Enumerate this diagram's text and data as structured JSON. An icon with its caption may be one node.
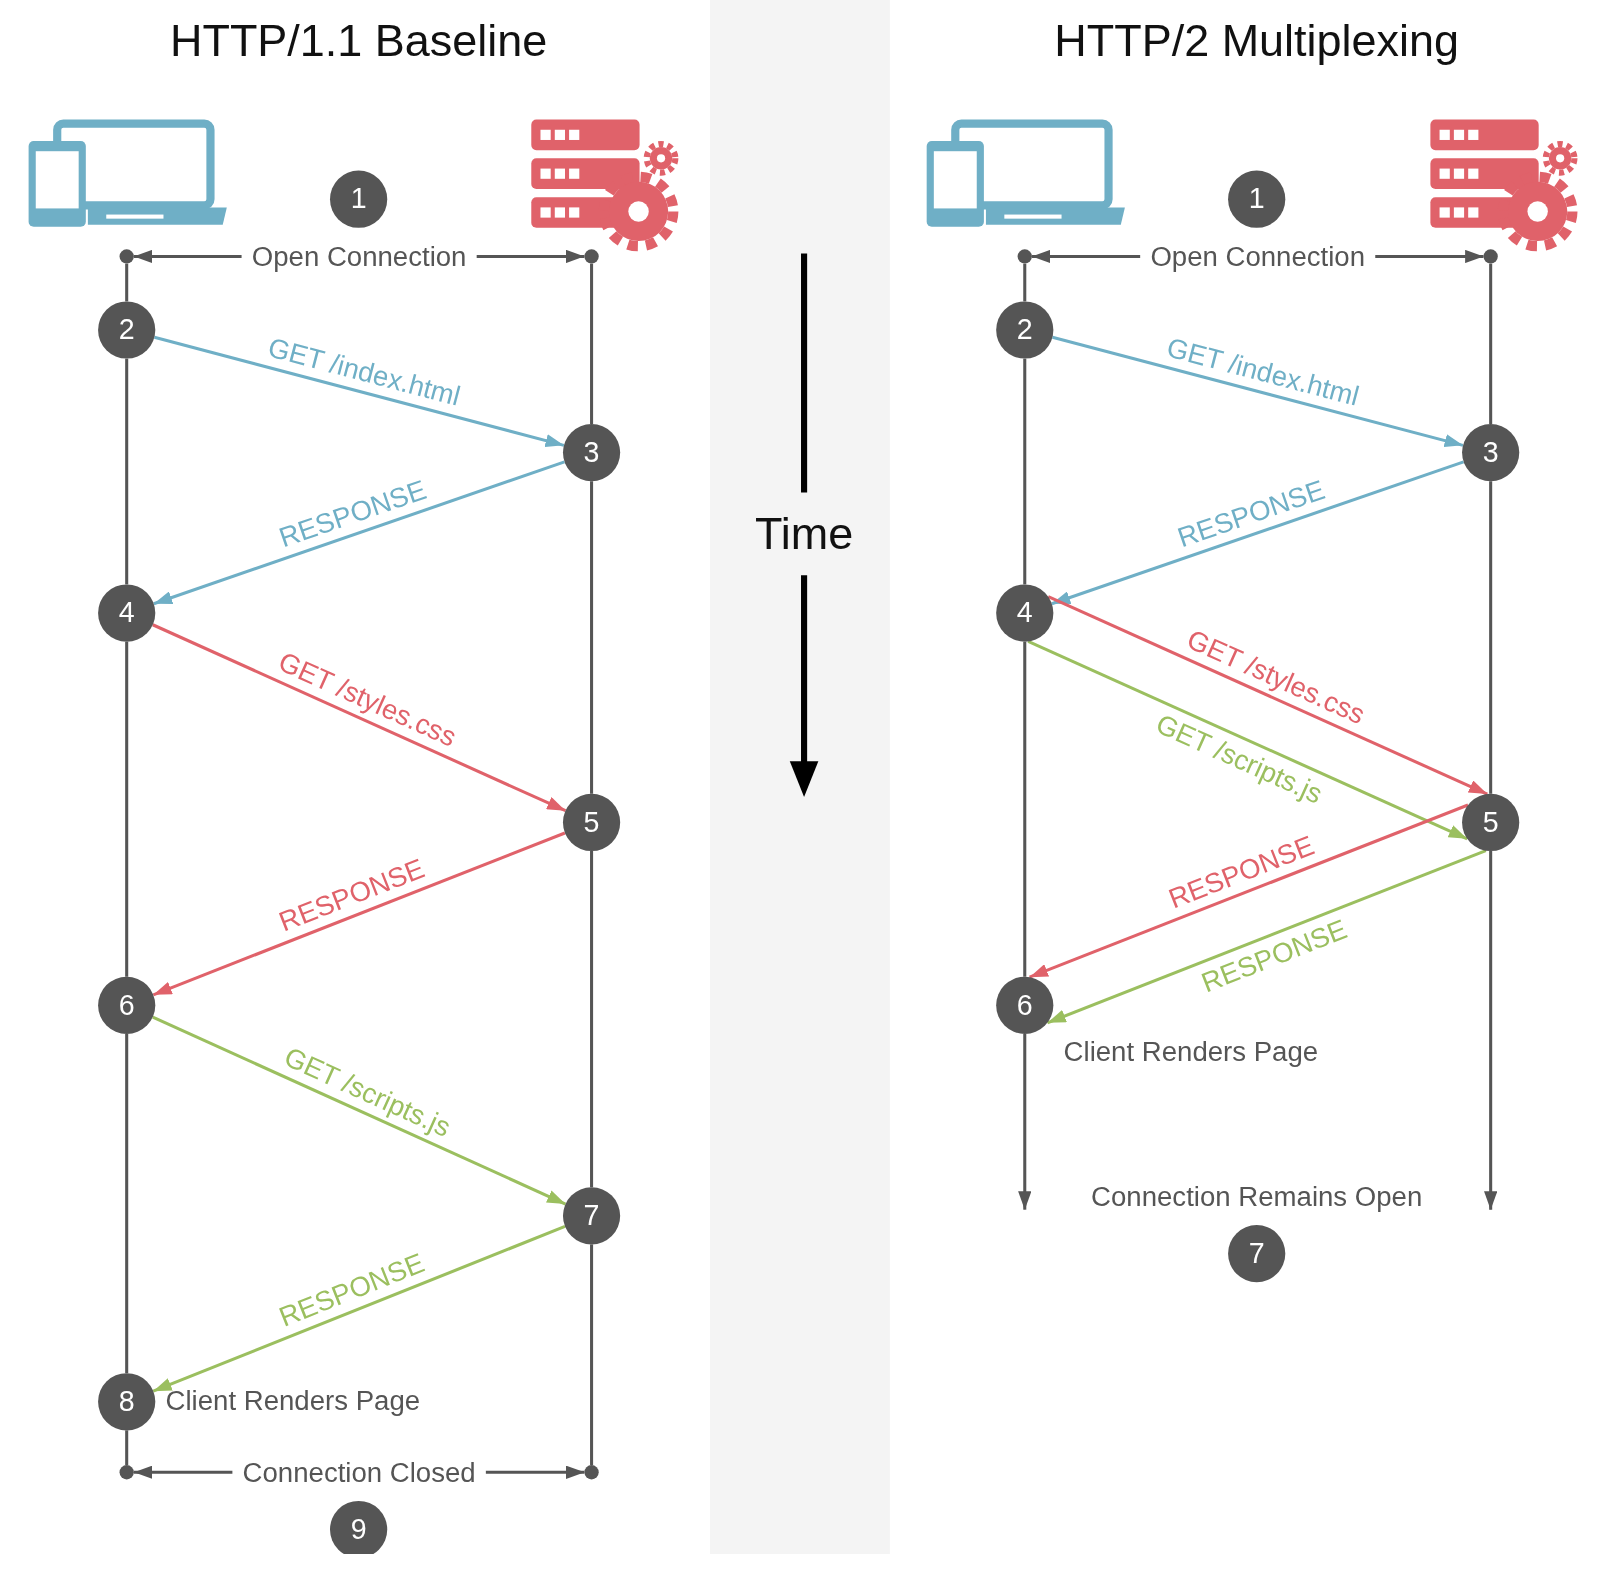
{
  "diagram": {
    "nodes": [
      {
        "text": [],
        "shape": "circle"
      },
      {
        "text": [],
        "shape": "circle"
      },
      {
        "text": [
          "1"
        ]
      },
      {
        "text": [
          "2"
        ]
      },
      {
        "text": [
          "3"
        ]
      },
      {
        "text": [
          "4"
        ]
      },
      {
        "text": [
          "5"
        ]
      },
      {
        "text": [
          "6"
        ]
      },
      {
        "text": [
          "7"
        ]
      },
      {
        "text": [
          "8"
        ],
        "beside": [
          "Client Renders Page"
        ]
      },
      {
        "text": [],
        "shape": "circle"
      },
      {
        "text": [],
        "shape": "circle"
      },
      {
        "text": [
          "9"
        ]
      },
      {
        "text": [],
        "shape": "circle"
      },
      {
        "text": [],
        "shape": "circle"
      },
      {
        "text": [
          "1"
        ]
      },
      {
        "text": [
          "2"
        ]
      },
      {
        "text": [
          "3"
        ]
      },
      {
        "text": [
          "4"
        ]
      },
      {
        "text": [
          "5"
        ]
      },
      {
        "text": [
          "6"
        ],
        "beside": [
          "Client Renders Page"
        ]
      },
      {
        "text": [
          "7"
        ]
      }
    ],
    "edges": [
      {
        "from": 0,
        "to": 1,
        "arrow": "both",
        "label": "Open Connection",
        "color": "#555555"
      },
      {
        "from": 3,
        "to": 4,
        "arrow": "to",
        "label": "GET /index.html",
        "color": "#6fafc6"
      },
      {
        "from": 4,
        "to": 5,
        "arrow": "to",
        "label": "RESPONSE",
        "color": "#6fafc6"
      },
      {
        "from": 5,
        "to": 6,
        "arrow": "to",
        "label": "GET /styles.css",
        "color": "#e0626a"
      },
      {
        "from": 6,
        "to": 7,
        "arrow": "to",
        "label": "RESPONSE",
        "color": "#e0626a"
      },
      {
        "from": 7,
        "to": 8,
        "arrow": "to",
        "label": "GET /scripts.js",
        "color": "#9bbf5f"
      },
      {
        "from": 8,
        "to": 9,
        "arrow": "to",
        "label": "RESPONSE",
        "color": "#9bbf5f"
      },
      {
        "from": 10,
        "to": 11,
        "arrow": "both",
        "label": "Connection Closed",
        "color": "#555555"
      },
      {
        "from": 13,
        "to": 14,
        "arrow": "both",
        "label": "Open Connection",
        "color": "#555555"
      },
      {
        "from": 16,
        "to": 17,
        "arrow": "to",
        "label": "GET /index.html",
        "color": "#6fafc6"
      },
      {
        "from": 17,
        "to": 18,
        "arrow": "to",
        "label": "RESPONSE",
        "color": "#6fafc6"
      },
      {
        "from": 18,
        "to": 19,
        "arrow": "to",
        "label": "GET /styles.css",
        "color": "#e0626a"
      },
      {
        "from": 18,
        "to": 19,
        "arrow": "to",
        "label": "GET /scripts.js",
        "color": "#9bbf5f"
      },
      {
        "from": 19,
        "to": 20,
        "arrow": "to",
        "label": "RESPONSE",
        "color": "#e0626a"
      },
      {
        "from": 19,
        "to": 20,
        "arrow": "to",
        "label": "RESPONSE",
        "color": "#9bbf5f"
      },
      {
        "from": 0,
        "to": 3,
        "arrow": "none",
        "color": "#555555"
      },
      {
        "from": 3,
        "to": 5,
        "arrow": "none",
        "color": "#555555"
      },
      {
        "from": 5,
        "to": 7,
        "arrow": "none",
        "color": "#555555"
      },
      {
        "from": 7,
        "to": 9,
        "arrow": "none",
        "color": "#555555"
      },
      {
        "from": 9,
        "to": 10,
        "arrow": "none",
        "color": "#555555"
      },
      {
        "from": 1,
        "to": 4,
        "arrow": "none",
        "color": "#555555"
      },
      {
        "from": 4,
        "to": 6,
        "arrow": "none",
        "color": "#555555"
      },
      {
        "from": 6,
        "to": 8,
        "arrow": "none",
        "color": "#555555"
      },
      {
        "from": 8,
        "to": 11,
        "arrow": "none",
        "color": "#555555"
      },
      {
        "from": 13,
        "to": 16,
        "arrow": "none",
        "color": "#555555"
      },
      {
        "from": 16,
        "to": 18,
        "arrow": "none",
        "color": "#555555"
      },
      {
        "from": 18,
        "to": 20,
        "arrow": "none",
        "color": "#555555"
      },
      {
        "from": 20,
        "to": null,
        "arrow": "to",
        "color": "#555555"
      },
      {
        "from": 14,
        "to": 17,
        "arrow": "none",
        "color": "#555555"
      },
      {
        "from": 17,
        "to": 19,
        "arrow": "none",
        "color": "#555555"
      },
      {
        "from": 19,
        "to": null,
        "arrow": "to",
        "color": "#555555"
      }
    ],
    "labels": [
      "HTTP/1.1 Baseline",
      "HTTP/2 Multiplexing",
      "Time",
      "Connection Remains Open"
    ]
  }
}
